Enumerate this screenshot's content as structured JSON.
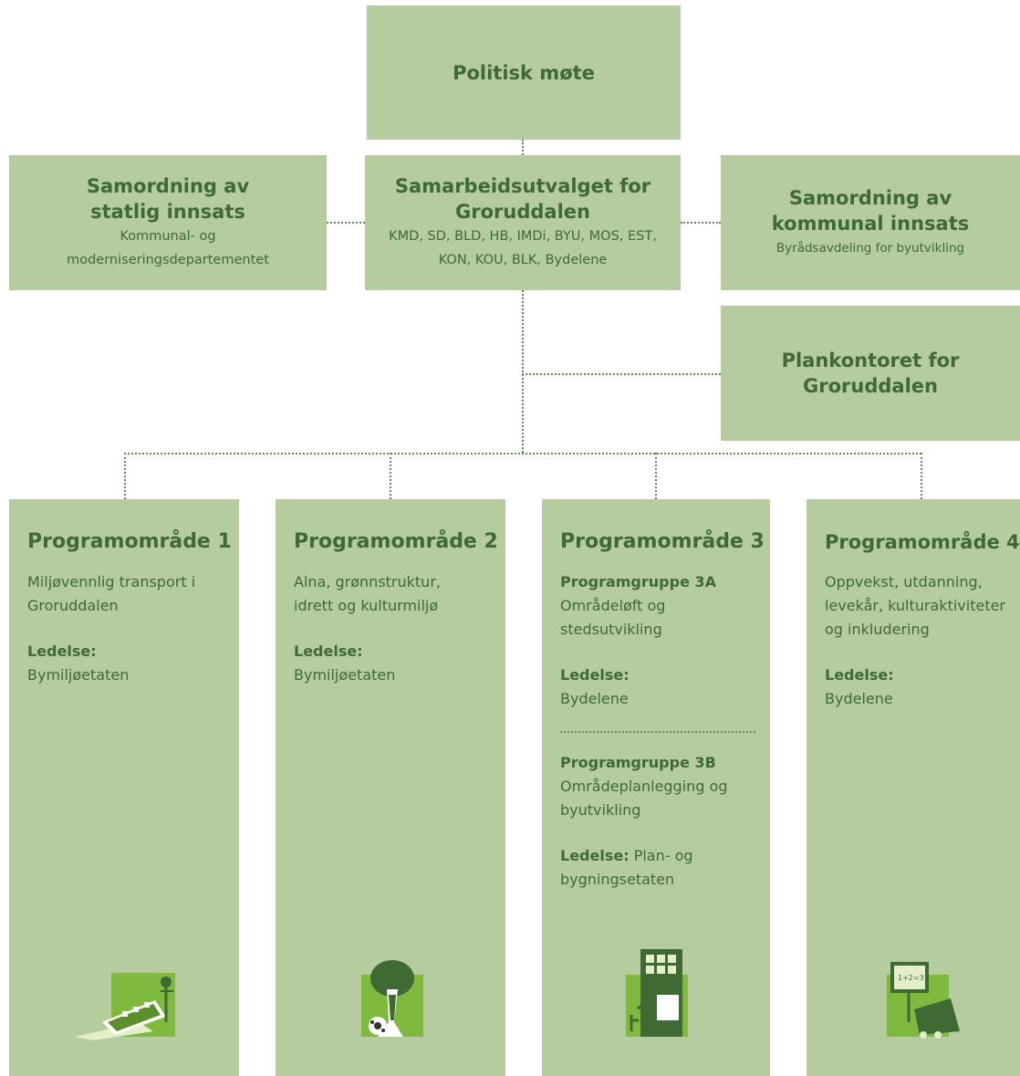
{
  "top": {
    "title": "Politisk møte"
  },
  "left": {
    "title": "Samordning av statlig innsats",
    "sub": "Kommunal- og moderniseringsdepartementet"
  },
  "center": {
    "title": "Samarbeidsutvalget for Groruddalen",
    "members": "KMD, SD, BLD, HB, IMDi, BYU, MOS, EST, KON, KOU, BLK, Bydelene"
  },
  "right": {
    "title": "Samordning av kommunal innsats",
    "sub": "Byrådsavdeling for byutvikling"
  },
  "plan": {
    "title": "Plankontoret for Groruddalen"
  },
  "programs": [
    {
      "title": "Programområde 1",
      "desc": "Miljøvennlig transport i Groruddalen",
      "lead_label": "Ledelse:",
      "lead": "Bymiljøetaten",
      "icon": "train-icon"
    },
    {
      "title": "Programområde 2",
      "desc": "Alna, grønnstruktur, idrett og kulturmiljø",
      "lead_label": "Ledelse:",
      "lead": "Bymiljøetaten",
      "icon": "tree-football-icon"
    },
    {
      "title": "Programområde 3",
      "groups": [
        {
          "name": "Programgruppe 3A",
          "desc": "Områdeløft og stedsutvikling",
          "lead_label": "Ledelse:",
          "lead": "Bydelene"
        },
        {
          "name": "Programgruppe 3B",
          "desc": "Områdeplanlegging og byutvikling",
          "lead_label": "Ledelse:",
          "lead": "Plan- og bygningsetaten"
        }
      ],
      "icon": "building-cafe-icon"
    },
    {
      "title": "Programområde 4",
      "desc": "Oppvekst, utdanning, levekår, kulturaktiviteter og inkludering",
      "lead_label": "Ledelse:",
      "lead": "Bydelene",
      "icon": "blackboard-icon"
    }
  ],
  "colors": {
    "box": "#b5cc9e",
    "text": "#3f6a33",
    "icon_bg": "#7fba3f",
    "connector": "#6b8a5a"
  }
}
